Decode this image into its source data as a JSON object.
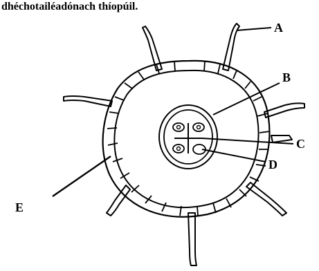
{
  "caption": "dhéchotailéadónach thíopúil.",
  "labels": {
    "a": "A",
    "b": "B",
    "c": "C",
    "d": "D",
    "e": "E"
  },
  "colors": {
    "ink": "#000000",
    "background": "#ffffff"
  }
}
